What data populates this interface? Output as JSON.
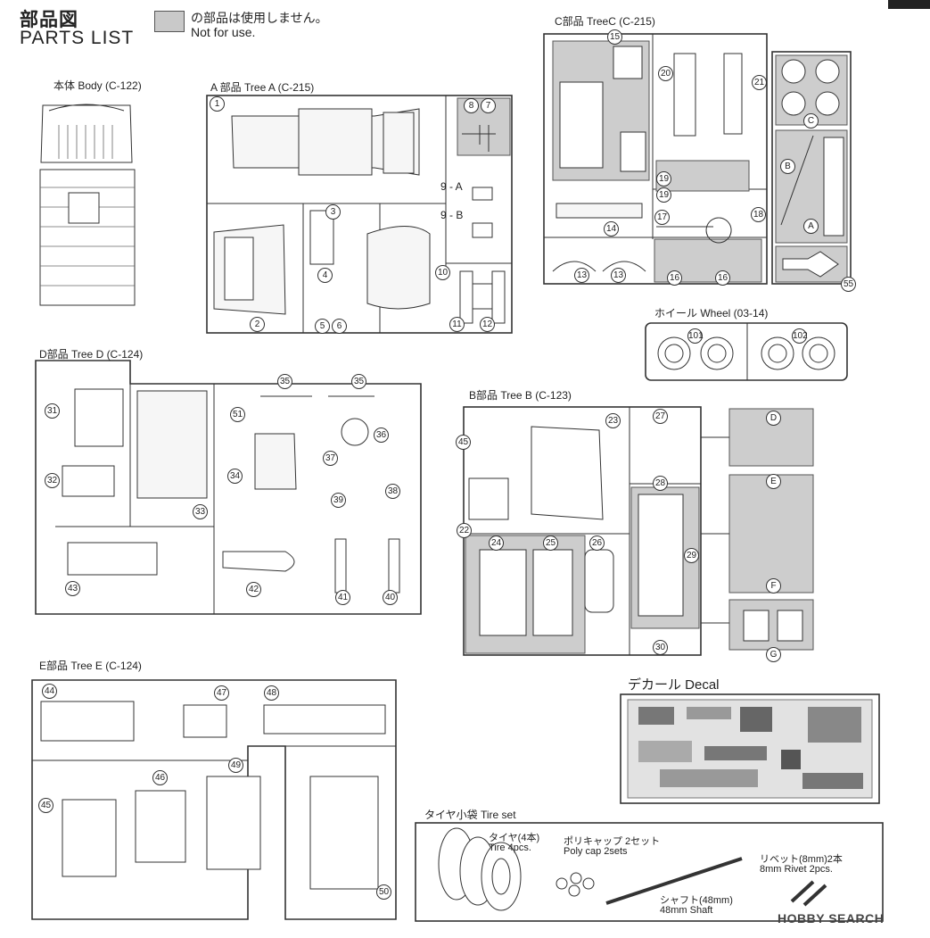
{
  "header": {
    "title_jp": "部品図",
    "title_en": "PARTS LIST",
    "legend_jp": "の部品は使用しません。",
    "legend_en": "Not for use."
  },
  "sections": {
    "body": "本体 Body (C-122)",
    "tree_a": "A 部品 Tree A (C-215)",
    "tree_c": "C部品 TreeC (C-215)",
    "wheel": "ホイール Wheel (03-14)",
    "tree_d": "D部品 Tree D (C-124)",
    "tree_b": "B部品 Tree B (C-123)",
    "tree_e": "E部品 Tree E (C-124)",
    "decal": "デカール Decal",
    "tire_set": "タイヤ小袋 Tire set"
  },
  "tire_set": {
    "tire_jp": "タイヤ(4本)",
    "tire_en": "Tire 4pcs.",
    "polycap_jp": "ポリキャップ 2セット",
    "polycap_en": "Poly cap 2sets",
    "rivet_jp": "リベット(8mm)2本",
    "rivet_en": "8mm Rivet 2pcs.",
    "shaft_jp": "シャフト(48mm)",
    "shaft_en": "48mm Shaft"
  },
  "part_numbers": {
    "a": [
      "1",
      "2",
      "3",
      "4",
      "5",
      "6",
      "7",
      "8",
      "9 - A",
      "9 - B",
      "10",
      "11",
      "12"
    ],
    "c": [
      "15",
      "20",
      "21",
      "19",
      "19",
      "17",
      "18",
      "14",
      "13",
      "13",
      "16",
      "16",
      "55"
    ],
    "c_letters": [
      "C",
      "B",
      "A"
    ],
    "wheel": [
      "101",
      "102"
    ],
    "d": [
      "31",
      "32",
      "33",
      "34",
      "35",
      "35",
      "36",
      "37",
      "38",
      "39",
      "41",
      "40",
      "42",
      "43",
      "51"
    ],
    "b": [
      "45",
      "23",
      "27",
      "28",
      "22",
      "24",
      "25",
      "26",
      "29",
      "30"
    ],
    "b_letters": [
      "D",
      "E",
      "F",
      "G"
    ],
    "e": [
      "44",
      "47",
      "48",
      "46",
      "49",
      "45",
      "50"
    ]
  },
  "logo": "HOBBY SEARCH",
  "colors": {
    "not_for_use": "#cdcdcd",
    "line": "#333333"
  }
}
